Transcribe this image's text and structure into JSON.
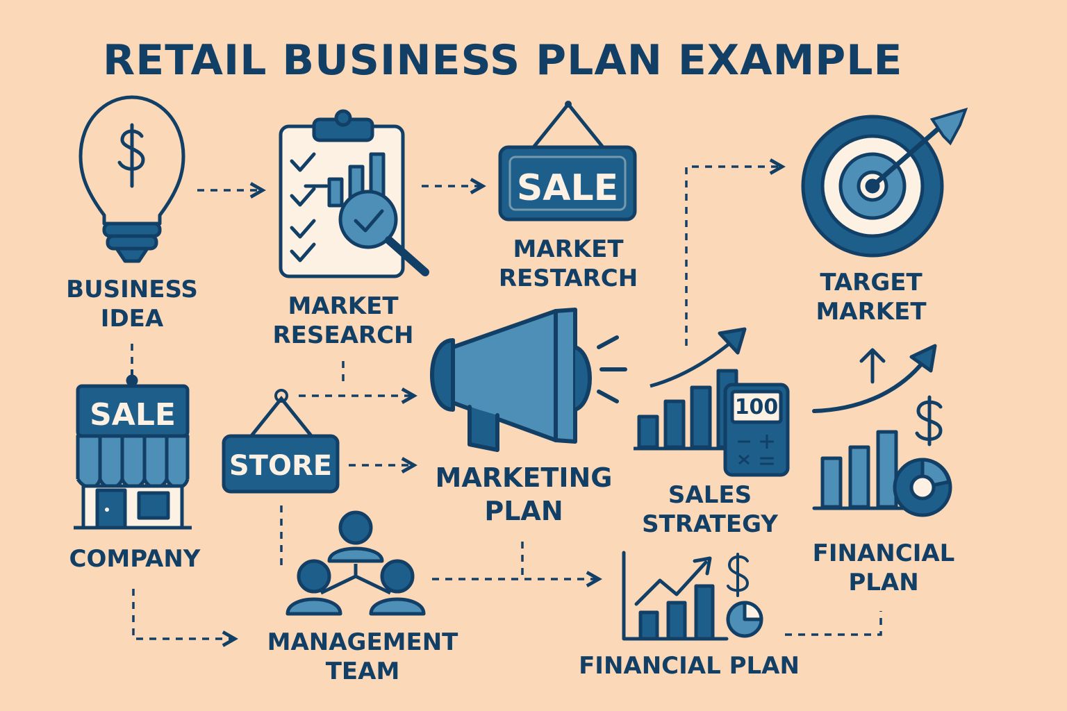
{
  "title": "RETAIL BUSINESS PLAN EXAMPLE",
  "nodes": {
    "business_idea": {
      "line1": "BUSINESS",
      "line2": "IDEA",
      "icon": "lightbulb-dollar-icon"
    },
    "market_research_1": {
      "line1": "MARKET",
      "line2": "RESEARCH",
      "icon": "clipboard-checklist-icon"
    },
    "market_research_2": {
      "line1": "MARKET",
      "line2": "RESTARCH",
      "icon": "sale-sign-icon",
      "sign": "SALE"
    },
    "target_market": {
      "line1": "TARGET",
      "line2": "MARKET",
      "icon": "target-arrow-icon"
    },
    "company": {
      "line1": "COMPANY",
      "icon": "storefront-icon",
      "sign": "SALE"
    },
    "store": {
      "sign": "STORE",
      "icon": "store-sign-icon"
    },
    "marketing_plan": {
      "line1": "MARKETING",
      "line2": "PLAN",
      "icon": "megaphone-icon"
    },
    "sales_strategy": {
      "line1": "SALES",
      "line2": "STRATEGY",
      "icon": "bar-chart-calculator-icon",
      "calculator_display": "100"
    },
    "financial_plan_right": {
      "line1": "FINANCIAL",
      "line2": "PLAN",
      "icon": "growth-chart-dollar-icon"
    },
    "management_team": {
      "line1": "MANAGEMENT",
      "line2": "TEAM",
      "icon": "team-icon"
    },
    "financial_plan_bottom": {
      "line1": "FINANCIAL PLAN",
      "icon": "line-chart-dollar-icon"
    }
  },
  "colors": {
    "background": "#fbd8b8",
    "navy": "#123f66",
    "blue": "#1d5f8a",
    "light_blue": "#4e8fb8",
    "cream": "#fdf1e4"
  }
}
